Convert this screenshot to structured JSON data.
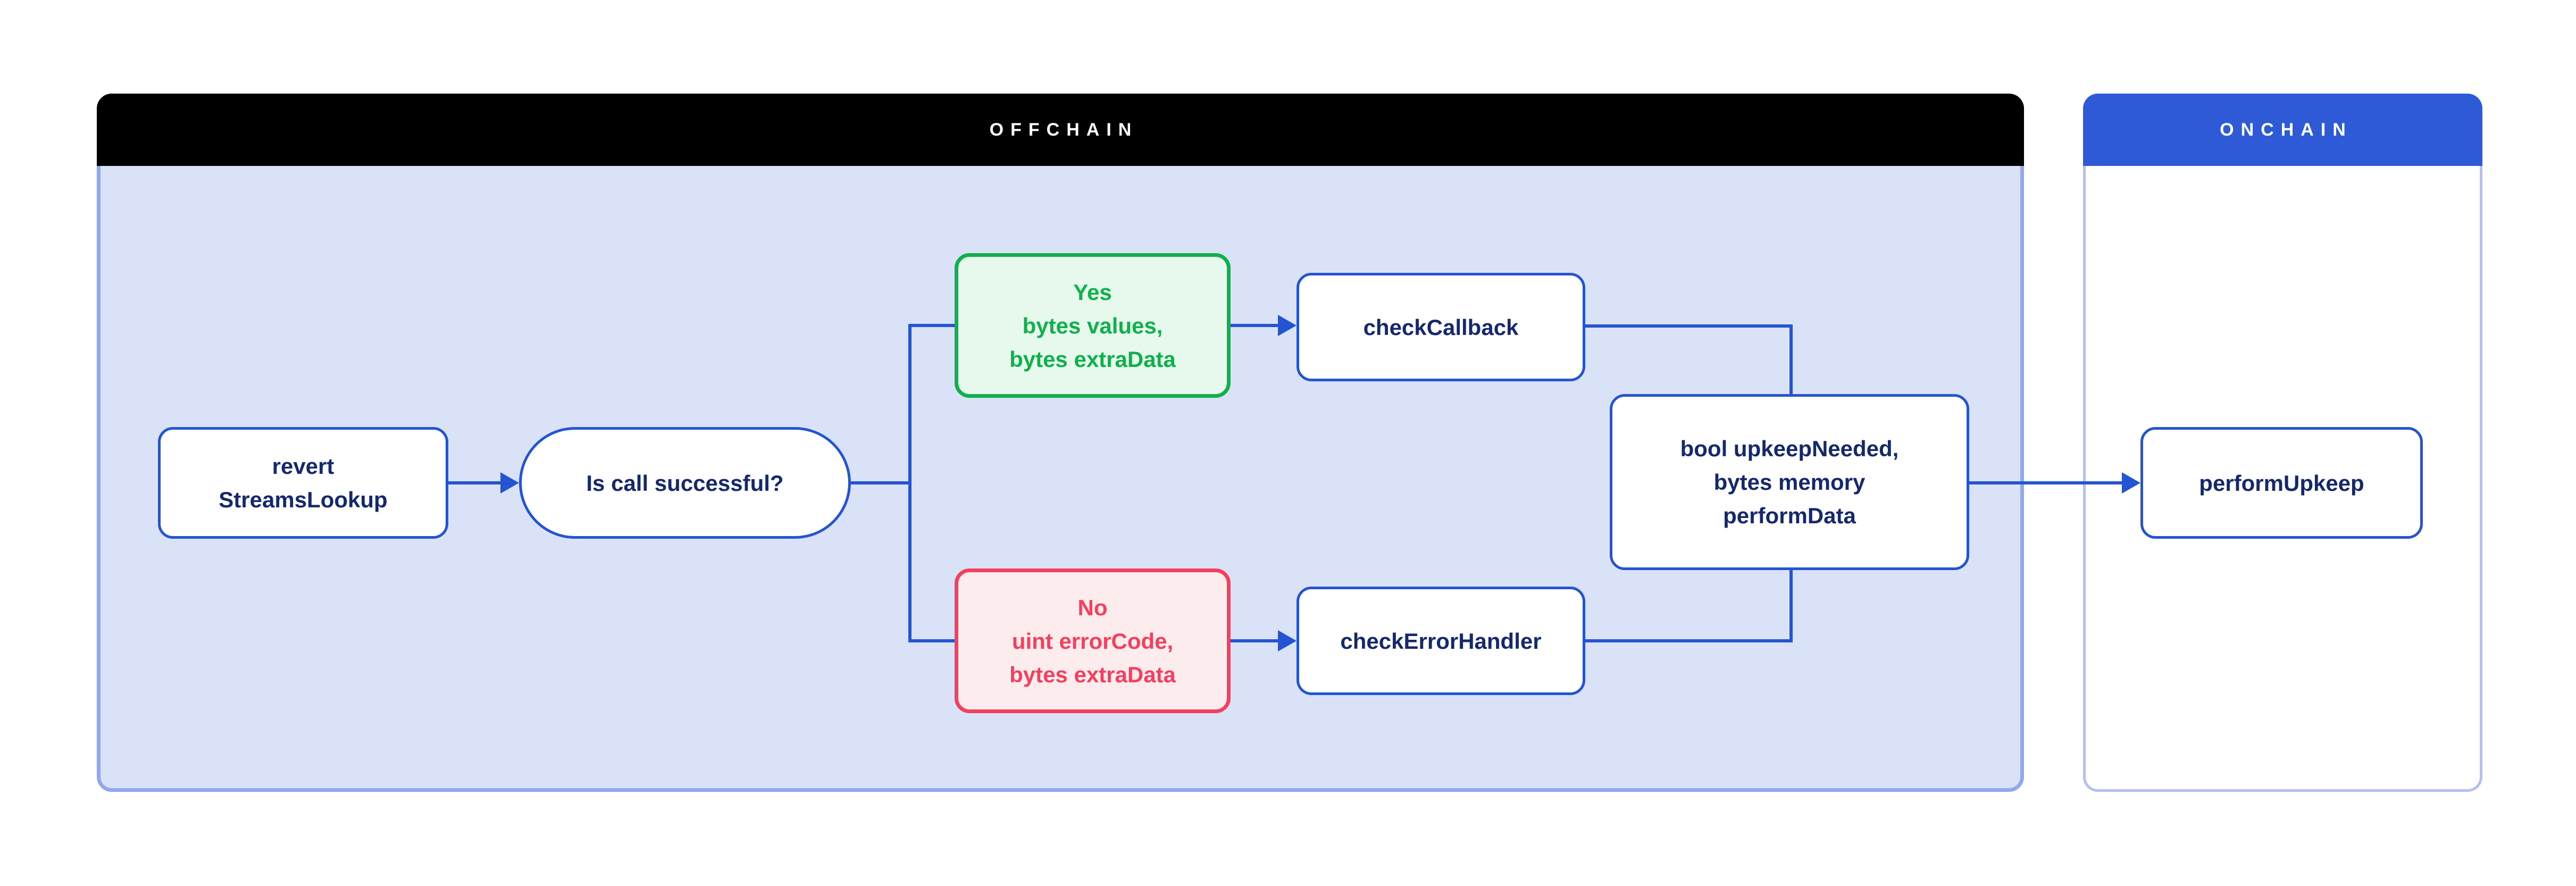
{
  "panels": {
    "offchain": {
      "title": "OFFCHAIN"
    },
    "onchain": {
      "title": "ONCHAIN"
    }
  },
  "nodes": {
    "revert": {
      "lines": [
        "revert",
        "StreamsLookup"
      ]
    },
    "is_call_successful": {
      "label": "Is call successful?"
    },
    "yes": {
      "lines": [
        "Yes",
        "bytes values,",
        "bytes extraData"
      ]
    },
    "check_callback": {
      "label": "checkCallback"
    },
    "no": {
      "lines": [
        "No",
        "uint errorCode,",
        "bytes extraData"
      ]
    },
    "check_error_handler": {
      "label": "checkErrorHandler"
    },
    "upkeep_needed": {
      "lines": [
        "bool upkeepNeeded,",
        "bytes memory",
        "performData"
      ]
    },
    "perform_upkeep": {
      "label": "performUpkeep"
    }
  },
  "edges": [
    {
      "from": "revert",
      "to": "is_call_successful",
      "arrow": true
    },
    {
      "from": "is_call_successful",
      "to": "yes",
      "arrow": false
    },
    {
      "from": "is_call_successful",
      "to": "no",
      "arrow": false
    },
    {
      "from": "yes",
      "to": "check_callback",
      "arrow": true
    },
    {
      "from": "no",
      "to": "check_error_handler",
      "arrow": true
    },
    {
      "from": "check_callback",
      "to": "upkeep_needed",
      "arrow": false
    },
    {
      "from": "check_error_handler",
      "to": "upkeep_needed",
      "arrow": false
    },
    {
      "from": "upkeep_needed",
      "to": "perform_upkeep",
      "arrow": true
    }
  ],
  "colors": {
    "accent": "#2454d2",
    "navy_text": "#16286c",
    "offchain_header_bg": "#000000",
    "onchain_header_bg": "#2e5ad8",
    "header_text": "#ffffff",
    "offchain_body_bg": "#dae2f8",
    "offchain_body_border": "#92a7ec",
    "onchain_body_bg": "#ffffff",
    "onchain_body_border": "#b3c0f1",
    "node_bg": "#ffffff",
    "green": "#10b04c",
    "green_bg": "#e7f9ed",
    "red": "#f4405f",
    "red_bg": "#fdeced"
  }
}
